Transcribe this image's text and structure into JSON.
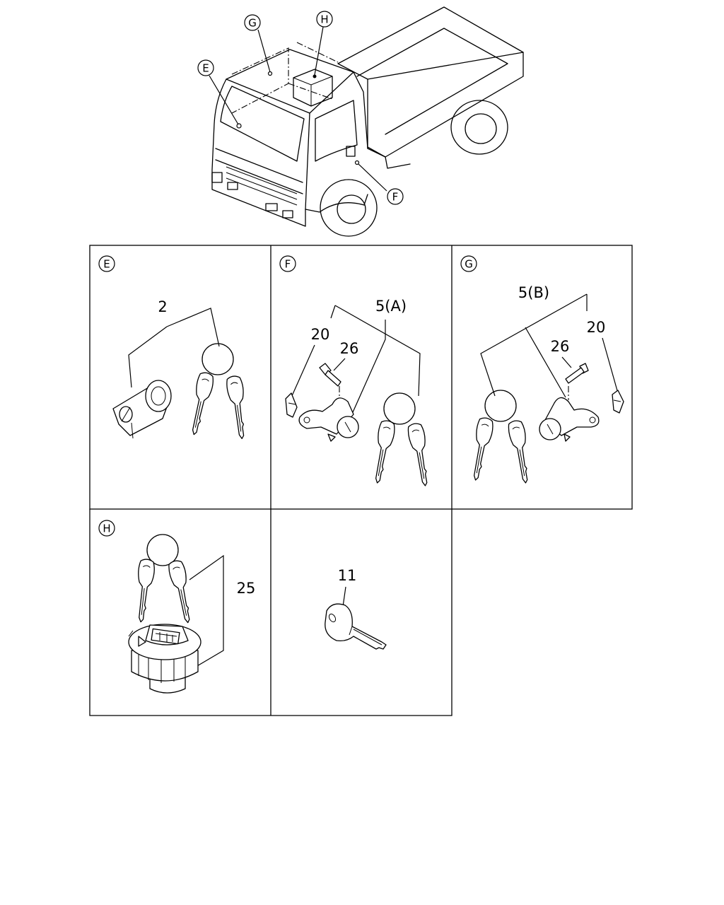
{
  "overview": {
    "callouts": [
      "G",
      "H",
      "E",
      "F"
    ]
  },
  "panels": {
    "E": {
      "label": "E",
      "parts": [
        "2"
      ]
    },
    "F": {
      "label": "F",
      "parts": [
        "5(A)",
        "20",
        "26"
      ]
    },
    "G": {
      "label": "G",
      "parts": [
        "5(B)",
        "26",
        "20"
      ]
    },
    "H": {
      "label": "H",
      "parts": [
        "25"
      ]
    },
    "key": {
      "parts": [
        "11"
      ]
    }
  }
}
